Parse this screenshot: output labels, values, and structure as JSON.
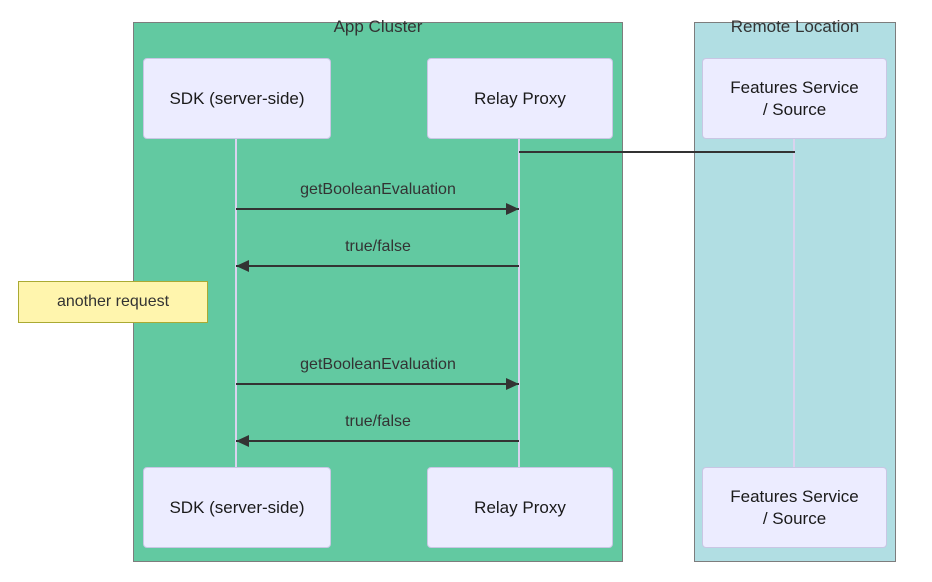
{
  "colors": {
    "app_cluster_bg": "#62c9a1",
    "remote_location_bg": "#b1dee3",
    "group_border": "#7d7d7d",
    "actor_bg": "#ececff",
    "actor_border": "#c9c6e4",
    "lifeline": "#d9d3ee",
    "note_bg": "#fff5ad",
    "note_border": "#aaaa33",
    "arrow": "#333333",
    "text": "#333333"
  },
  "groups": {
    "app_cluster": {
      "title": "App Cluster"
    },
    "remote_location": {
      "title": "Remote Location"
    }
  },
  "actors": {
    "sdk": {
      "label": "SDK (server-side)"
    },
    "relay": {
      "label": "Relay Proxy"
    },
    "features": {
      "line1": "Features Service",
      "line2": "/ Source"
    }
  },
  "connection": {
    "from": "Relay Proxy",
    "to": "Features Service / Source",
    "label": ""
  },
  "messages": {
    "m1": {
      "label": "getBooleanEvaluation",
      "from": "SDK (server-side)",
      "to": "Relay Proxy",
      "direction": "right"
    },
    "m2": {
      "label": "true/false",
      "from": "Relay Proxy",
      "to": "SDK (server-side)",
      "direction": "left"
    },
    "m3": {
      "label": "getBooleanEvaluation",
      "from": "SDK (server-side)",
      "to": "Relay Proxy",
      "direction": "right"
    },
    "m4": {
      "label": "true/false",
      "from": "Relay Proxy",
      "to": "SDK (server-side)",
      "direction": "left"
    }
  },
  "note": {
    "text": "another request"
  }
}
